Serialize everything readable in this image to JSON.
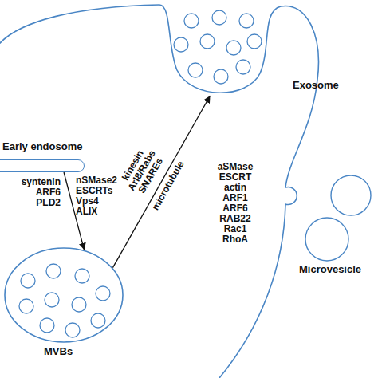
{
  "diagram": {
    "nodes": [
      {
        "text": [
          "Early endosome"
        ]
      },
      {
        "text": [
          "MVBs"
        ]
      },
      {
        "text": [
          "Exosome"
        ]
      },
      {
        "text": [
          "Microvesicle"
        ]
      }
    ],
    "edges": [
      {
        "from": 0,
        "to": 1,
        "arrow": "to",
        "label": "nSMase2 ESCRTs Vps4 ALIX"
      },
      {
        "from": 1,
        "to": 2,
        "arrow": "to",
        "label": "microtubule"
      }
    ],
    "labels": [
      "syntenin ARF6 PLD2",
      "kinesin Arl8/Rabs SNAREs",
      "aSMase ESCRT actin ARF1 ARF6 RAB22 Rac1 RhoA"
    ]
  }
}
